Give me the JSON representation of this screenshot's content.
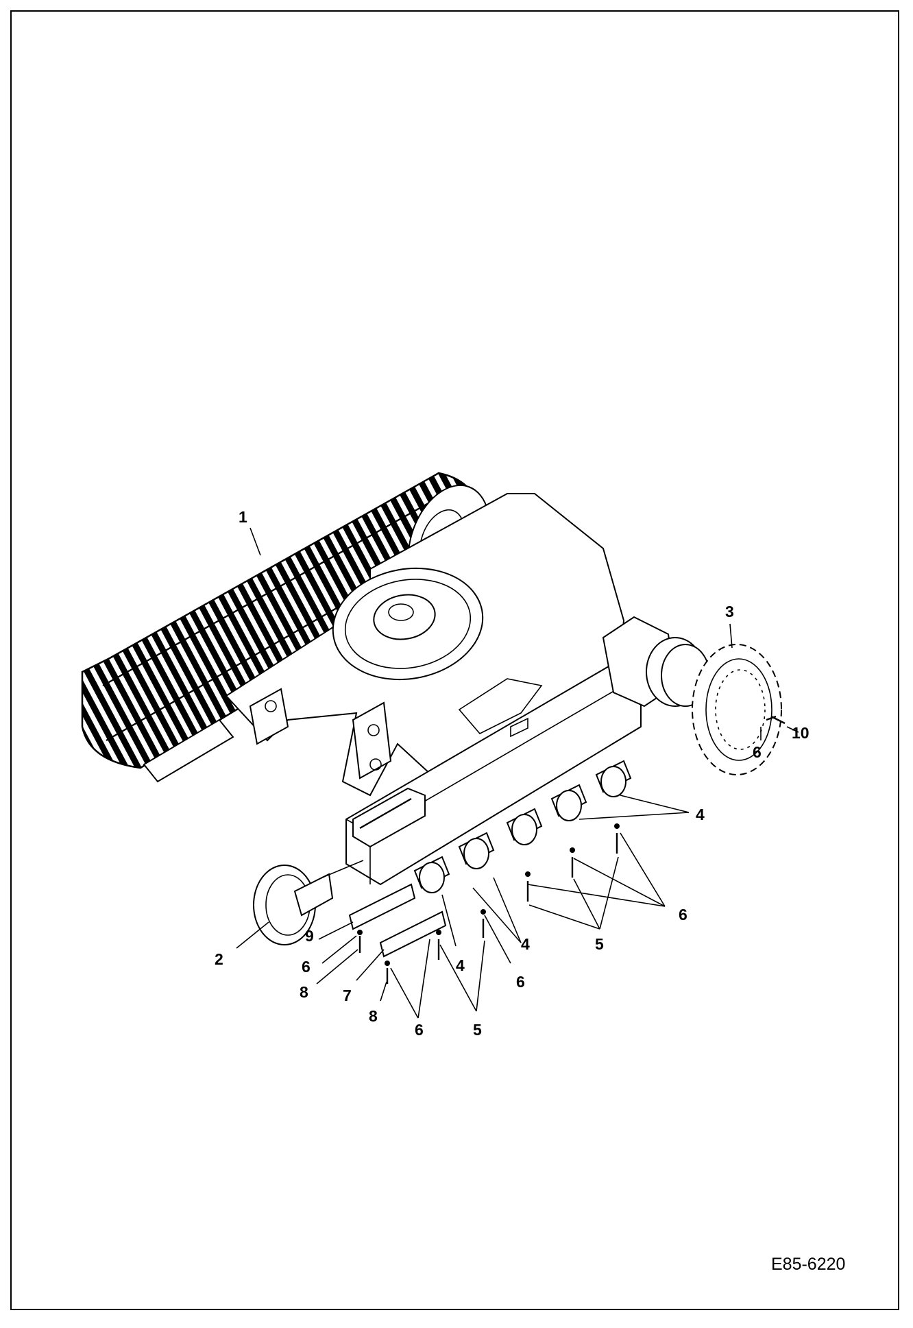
{
  "drawing_code": "E85-6220",
  "callouts": {
    "c1": "1",
    "c2": "2",
    "c3": "3",
    "c4a": "4",
    "c4b": "4",
    "c4c": "4",
    "c5a": "5",
    "c5b": "5",
    "c6a": "6",
    "c6b": "6",
    "c6c": "6",
    "c6d": "6",
    "c6e": "6",
    "c7": "7",
    "c8a": "8",
    "c8b": "8",
    "c9": "9",
    "c10": "10"
  },
  "colors": {
    "line": "#000000",
    "background": "#ffffff"
  }
}
